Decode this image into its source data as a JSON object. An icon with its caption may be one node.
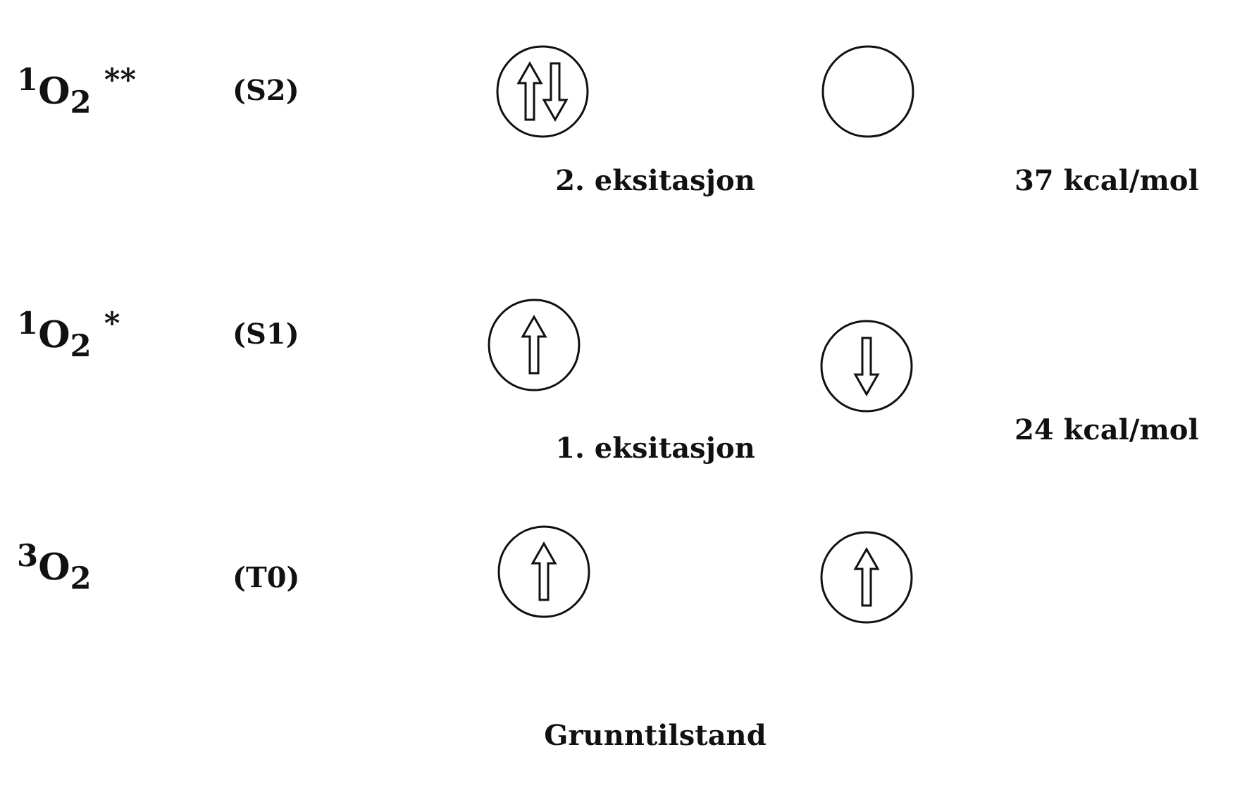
{
  "diagram": {
    "nodes": [
      {
        "text": [],
        "shape": "circle"
      },
      {
        "text": [],
        "shape": "circle"
      },
      {
        "text": [],
        "shape": "circle"
      },
      {
        "text": [],
        "shape": "circle"
      },
      {
        "text": [],
        "shape": "circle"
      },
      {
        "text": [],
        "shape": "circle"
      }
    ],
    "labels": [
      "$^{1}$O$_{2}$ $^{**}$",
      "(S2)",
      "2. eksitasjon",
      "37 kcal/mol",
      "$^{1}$O$_{2}$ $^{*}$",
      "(S1)",
      "1. eksitasjon",
      "24 kcal/mol",
      "$^{3}$O$_{2}$",
      "(T0)",
      "Grunntilstand"
    ]
  }
}
